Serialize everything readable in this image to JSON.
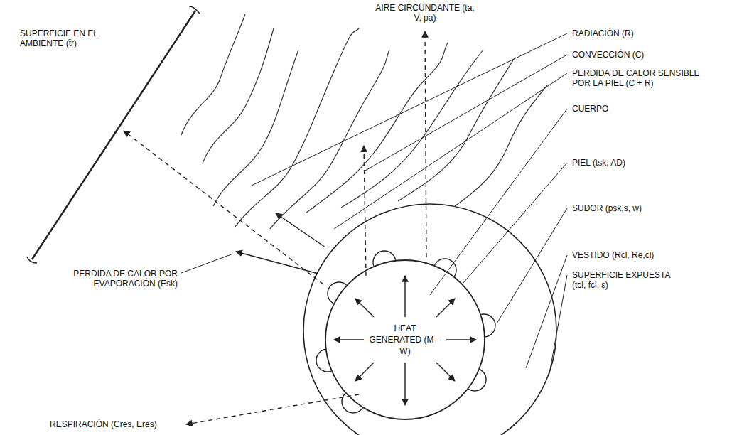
{
  "diagram": {
    "nodes": [
      {
        "text": [
          "HEAT GENERATED (M – W)"
        ]
      }
    ],
    "labels": [
      "SUPERFICIE EN EL AMBIENTE (t̄r)",
      "AIRE CIRCUNDANTE (ta, V, pa)",
      "RADIACIÓN (R)",
      "CONVECCIÓN (C)",
      "PERDIDA DE CALOR SENSIBLE POR LA PIEL (C + R)",
      "CUERPO",
      "PIEL (tsk, AD)",
      "SUDOR (psk,s, w)",
      "VESTIDO (Rcl, Re,cl)",
      "SUPERFICIE EXPUESTA (tcl, fcl, ε)",
      "PERDIDA DE CALOR POR EVAPORACIÓN (Esk)",
      "RESPIRACIÓN (Cres, Eres)"
    ]
  }
}
